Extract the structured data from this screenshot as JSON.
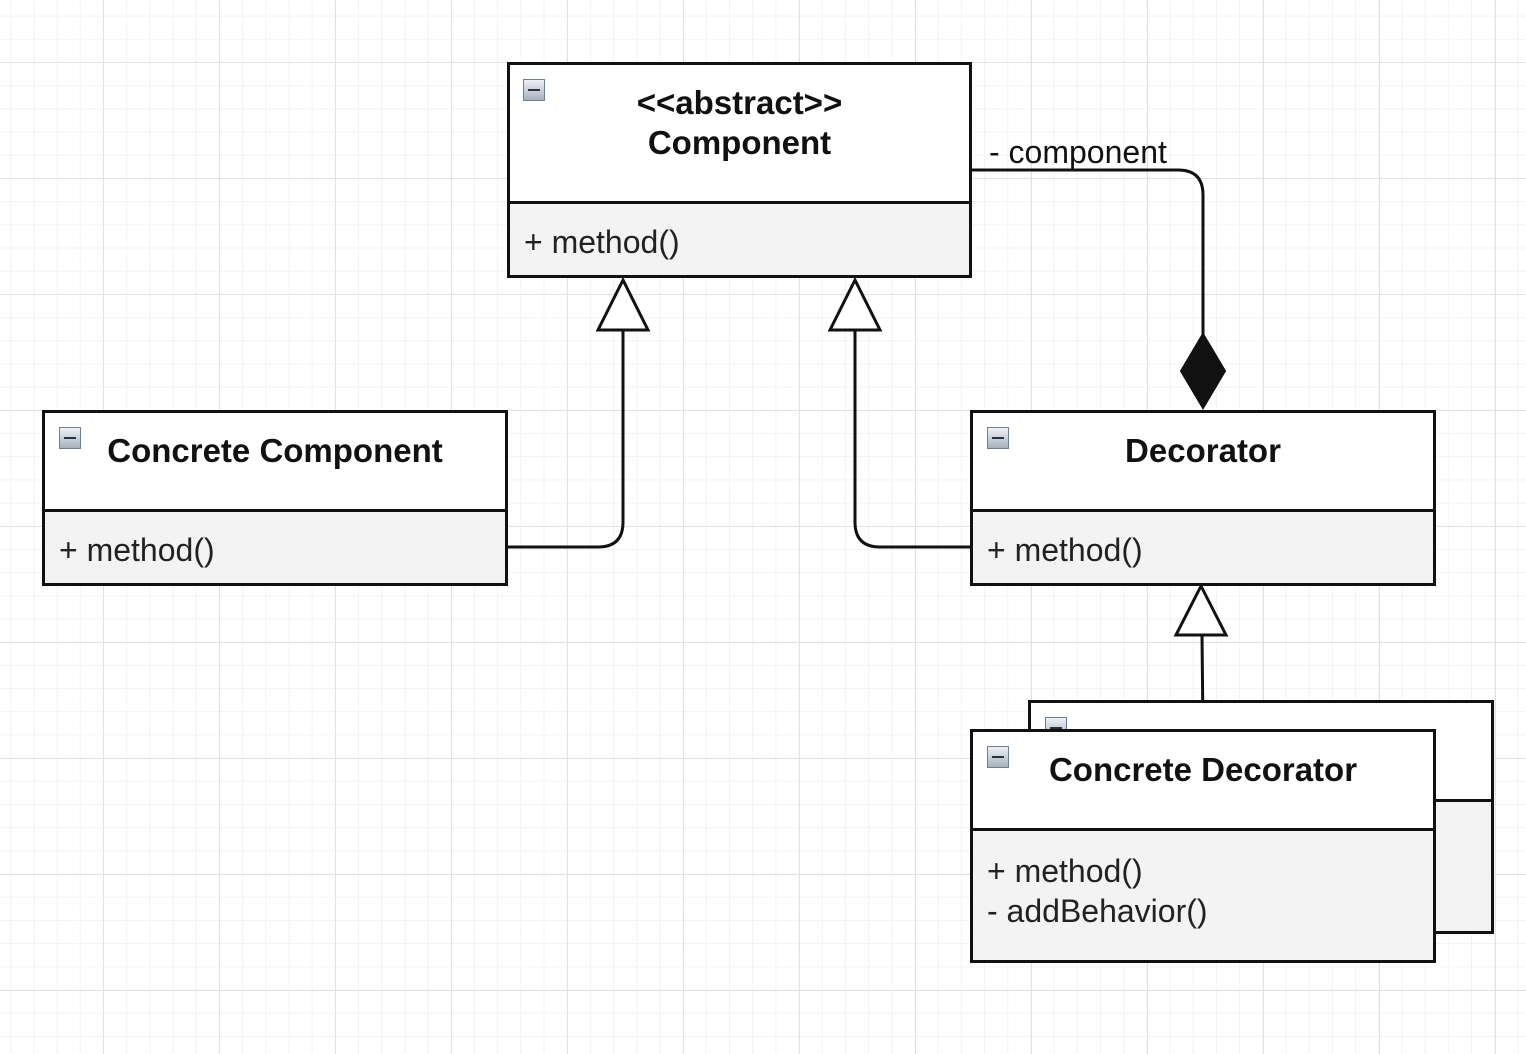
{
  "diagram": {
    "component": {
      "stereotype": "<<abstract>>",
      "name": "Component",
      "operations": [
        "+ method()"
      ]
    },
    "concrete_component": {
      "name": "Concrete Component",
      "operations": [
        "+ method()"
      ]
    },
    "decorator": {
      "name": "Decorator",
      "operations": [
        "+ method()"
      ]
    },
    "concrete_decorator": {
      "name": "Concrete Decorator",
      "operations": [
        "+ method()",
        "- addBehavior()"
      ]
    },
    "association_label": "- component",
    "relationships": [
      {
        "type": "generalization",
        "from": "Concrete Component",
        "to": "Component"
      },
      {
        "type": "generalization",
        "from": "Decorator",
        "to": "Component"
      },
      {
        "type": "composition",
        "from": "Decorator",
        "to": "Component",
        "role": "- component"
      },
      {
        "type": "generalization",
        "from": "Concrete Decorator",
        "to": "Decorator"
      }
    ]
  }
}
